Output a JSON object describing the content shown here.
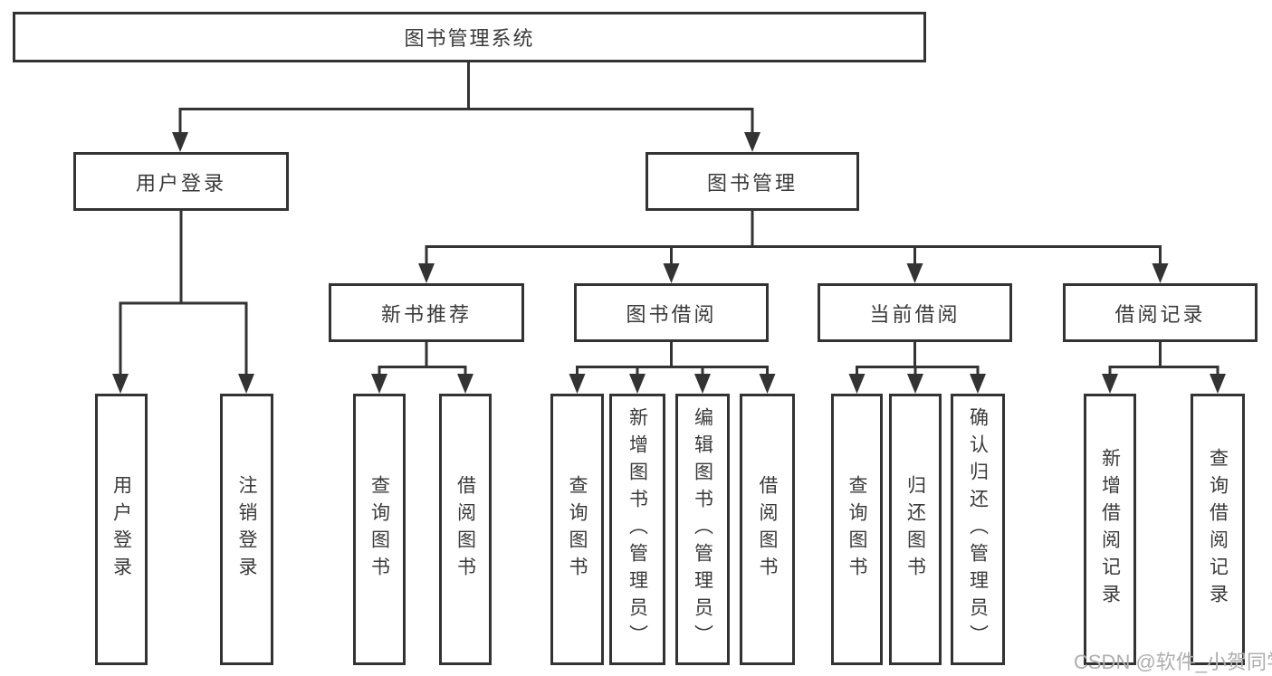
{
  "diagram": {
    "root": "图书管理系统",
    "user_login": {
      "label": "用户登录",
      "children": [
        "用户登录",
        "注销登录"
      ]
    },
    "book_mgmt": {
      "label": "图书管理",
      "sections": {
        "new_books": {
          "label": "新书推荐",
          "children": [
            "查询图书",
            "借阅图书"
          ]
        },
        "book_borrow": {
          "label": "图书借阅",
          "children": [
            "查询图书",
            "新增图书（管理员）",
            "编辑图书（管理员）",
            "借阅图书"
          ]
        },
        "current_borrow": {
          "label": "当前借阅",
          "children": [
            "查询图书",
            "归还图书",
            "确认归还（管理员）"
          ]
        },
        "borrow_records": {
          "label": "借阅记录",
          "children": [
            "新增借阅记录",
            "查询借阅记录"
          ]
        }
      }
    }
  },
  "watermark": "CSDN @软件_小贺同学",
  "colors": {
    "line": "#333333",
    "text": "#3a3a3a",
    "watermark": "#aeaeae"
  }
}
